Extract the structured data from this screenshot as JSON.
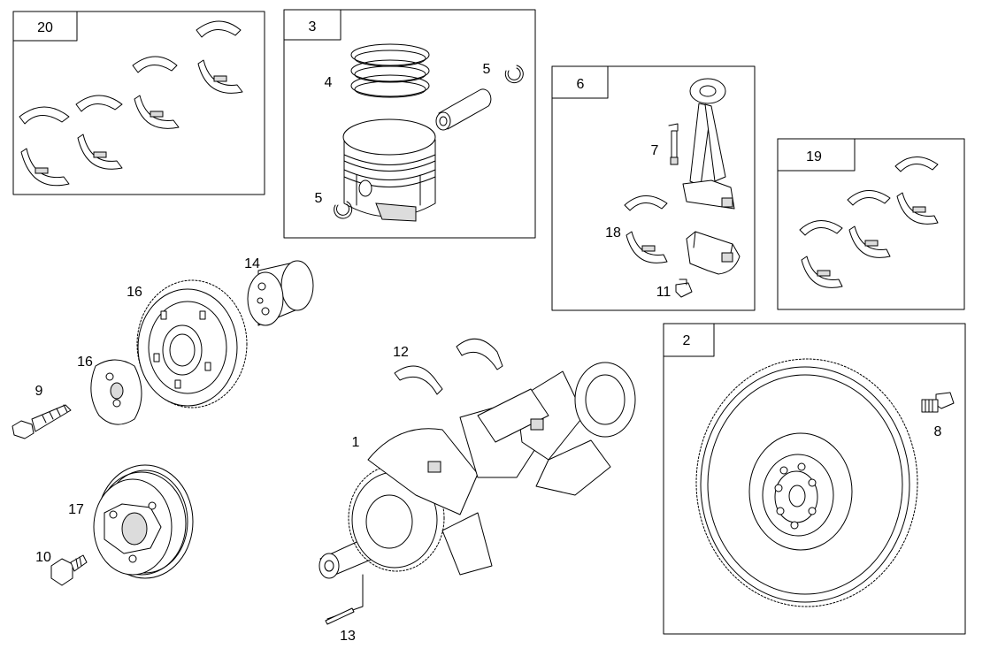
{
  "boxes": {
    "b20": "20",
    "b3": "3",
    "b6": "6",
    "b19": "19",
    "b2": "2"
  },
  "callouts": {
    "c4": "4",
    "c5a": "5",
    "c5b": "5",
    "c7": "7",
    "c18": "18",
    "c11": "11",
    "c14": "14",
    "c16a": "16",
    "c16b": "16",
    "c9": "9",
    "c12": "12",
    "c1": "1",
    "c17": "17",
    "c10": "10",
    "c13": "13",
    "c8": "8"
  }
}
